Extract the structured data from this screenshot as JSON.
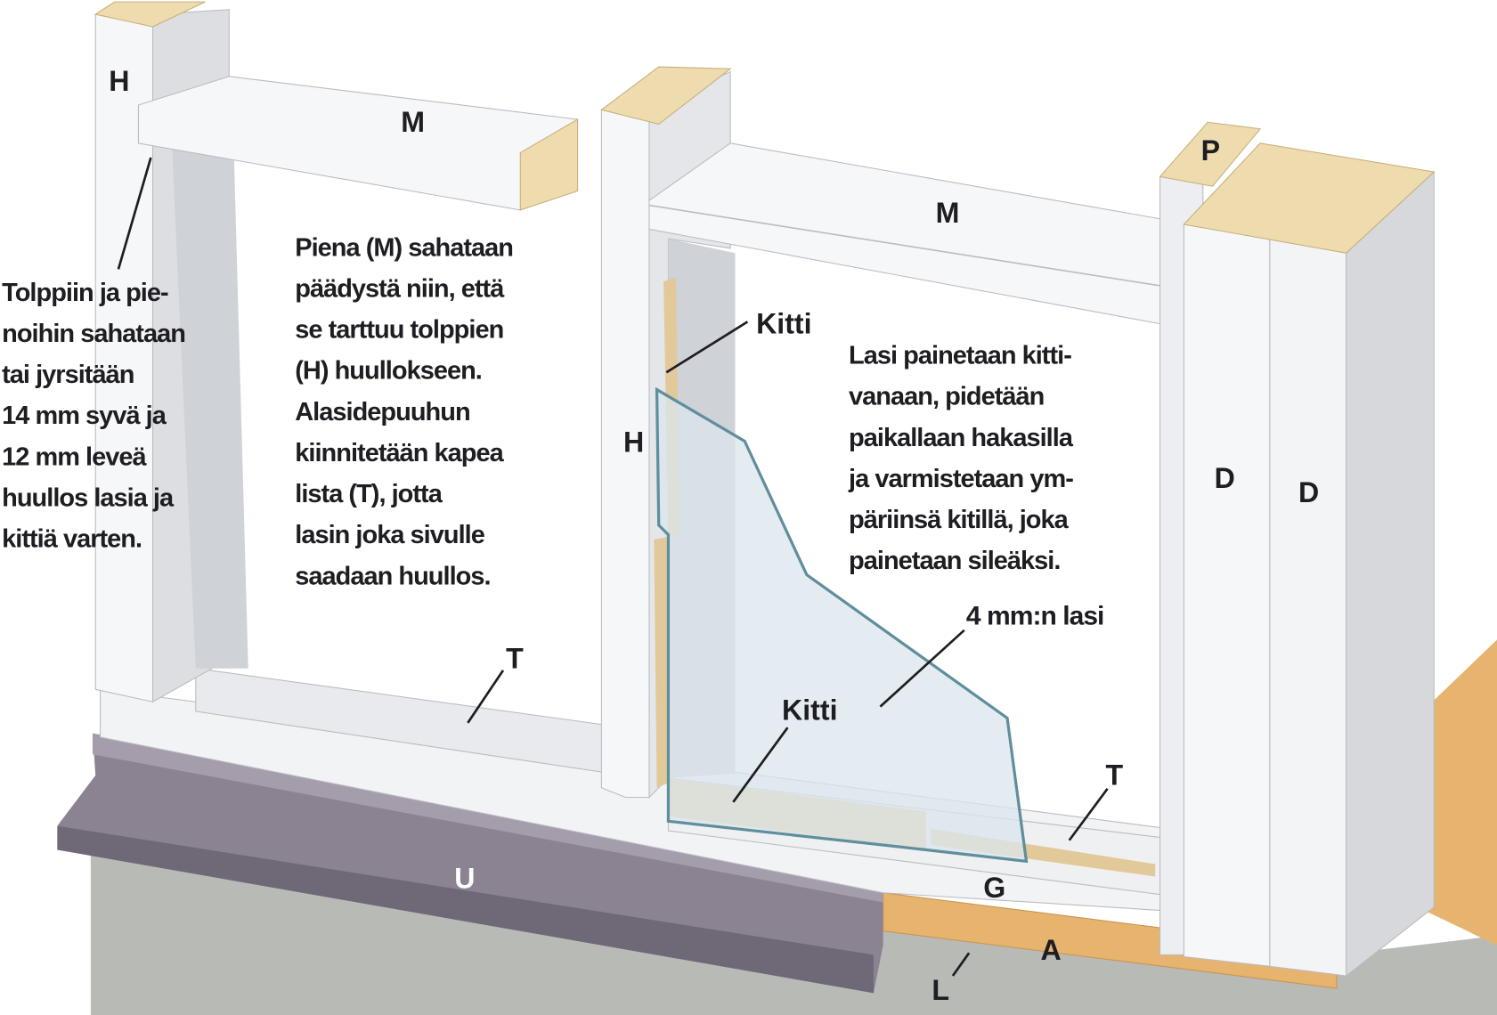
{
  "labels": {
    "H_left": "H",
    "M_left": "M",
    "M_right": "M",
    "P": "P",
    "D_1": "D",
    "D_2": "D",
    "H_mid": "H",
    "kitti_top": "Kitti",
    "kitti_bottom": "Kitti",
    "T_left": "T",
    "T_right": "T",
    "G": "G",
    "U": "U",
    "A": "A",
    "L": "L",
    "glass": "4 mm:n lasi"
  },
  "notes": {
    "left": [
      "Tolppiin ja pie-",
      "noihin sahataan",
      "tai jyrsitään",
      "14 mm syvä ja",
      "12 mm leveä",
      "huullos lasia ja",
      "kittiä varten."
    ],
    "middle": [
      "Piena (M) sahataan",
      "päädystä niin, että",
      "se tarttuu tolppien",
      "(H) huullokseen.",
      "Alasidepuuhun",
      "kiinnitetään kapea",
      "lista (T), jotta",
      "lasin joka sivulle",
      "saadaan  huullos."
    ],
    "right": [
      "Lasi painetaan kitti-",
      "vanaan, pidetään",
      "paikallaan hakasilla",
      "ja varmistetaan ym-",
      "päriinsä kitillä, joka",
      "painetaan sileäksi."
    ]
  },
  "colors": {
    "wood": "#efdcae",
    "putty": "#e2c99a",
    "metal": "#8b8391",
    "concrete": "#b8bab6",
    "floor": "#e7b46f",
    "glass": "#dbe6ee",
    "glass_edge": "#5f8e9c",
    "frame": "#f6f7f8"
  }
}
